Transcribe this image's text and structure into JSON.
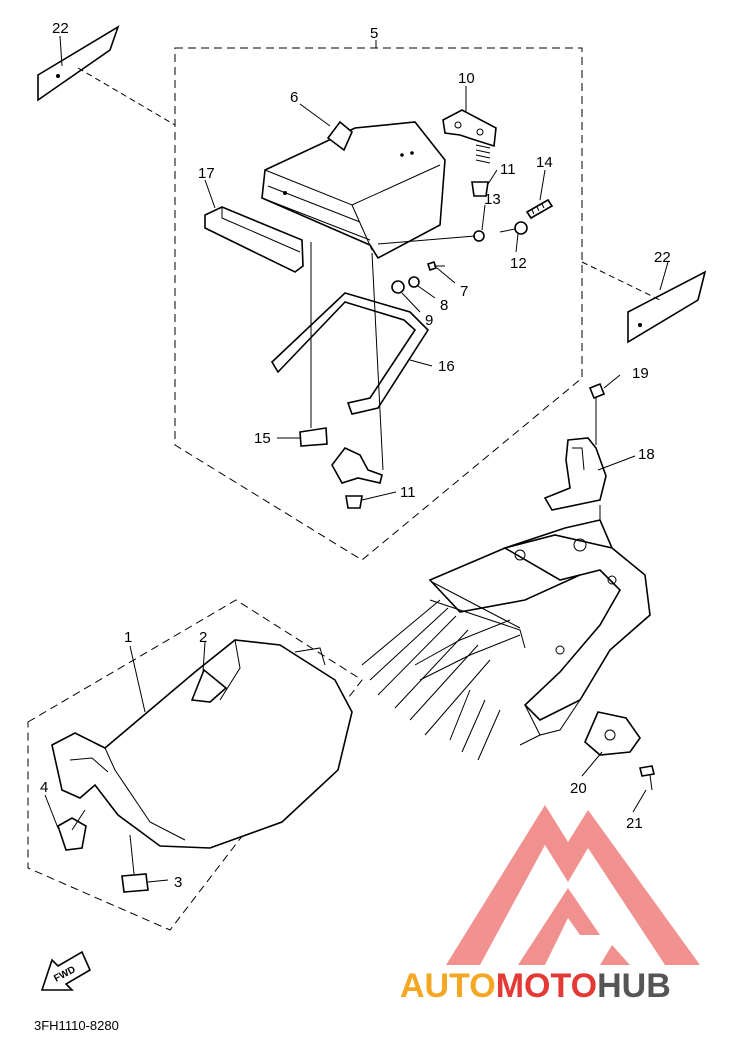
{
  "callouts": {
    "c1": "1",
    "c2": "2",
    "c3": "3",
    "c4": "4",
    "c5": "5",
    "c6": "6",
    "c7": "7",
    "c8": "8",
    "c9": "9",
    "c10": "10",
    "c11a": "11",
    "c11b": "11",
    "c12": "12",
    "c13": "13",
    "c14": "14",
    "c15": "15",
    "c16": "16",
    "c17": "17",
    "c18": "18",
    "c19": "19",
    "c20": "20",
    "c21": "21",
    "c22a": "22",
    "c22b": "22"
  },
  "fwd_label": "FWD",
  "diagram_code": "3FH1110-8280",
  "watermark": {
    "part1": "AUTO",
    "part2": "MOTO",
    "part3": "HUB",
    "color_red": "#e53935",
    "color_orange": "#f5a623",
    "color_gray": "#555555"
  }
}
